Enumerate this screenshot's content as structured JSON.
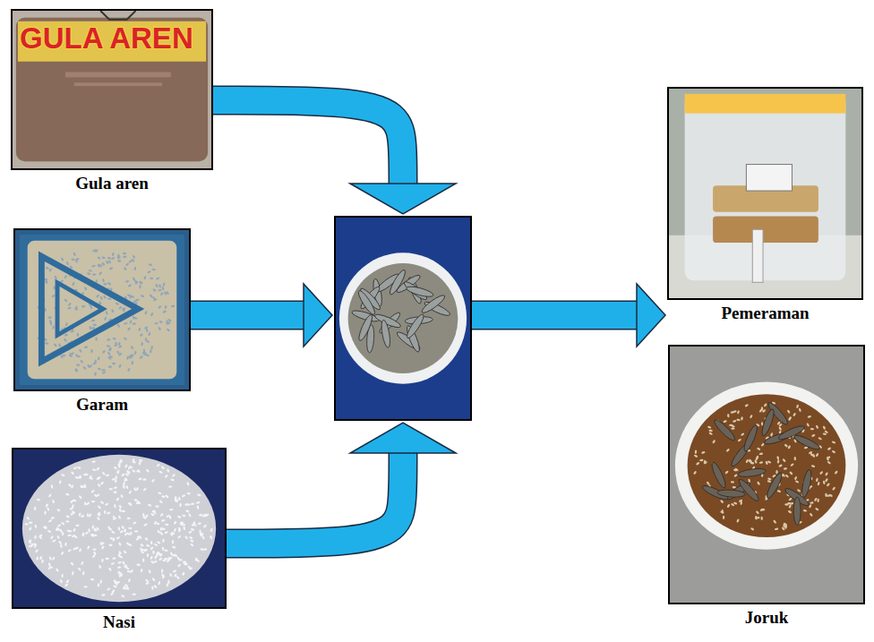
{
  "diagram": {
    "nodes": [
      {
        "text": [
          "Gula aren"
        ]
      },
      {
        "text": [
          "Garam"
        ]
      },
      {
        "text": [
          "Nasi"
        ]
      },
      {
        "text": []
      },
      {
        "text": [
          "Pemeraman"
        ]
      },
      {
        "text": [
          "Joruk"
        ]
      }
    ],
    "edges": [
      {
        "from": 0,
        "to": 3,
        "arrow": "to"
      },
      {
        "from": 1,
        "to": 3,
        "arrow": "to"
      },
      {
        "from": 2,
        "to": 3,
        "arrow": "to"
      },
      {
        "from": 3,
        "to": 4,
        "arrow": "to"
      }
    ],
    "labels": [
      "GULA AREN"
    ]
  }
}
